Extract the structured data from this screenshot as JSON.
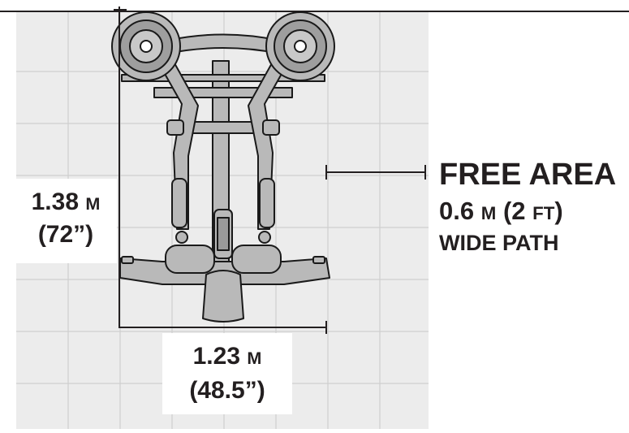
{
  "height_dimension": {
    "value": "1.38",
    "unit": "M",
    "imperial": "(72”)"
  },
  "width_dimension": {
    "value": "1.23",
    "unit": "M",
    "imperial": "(48.5”)"
  },
  "free_area": {
    "title": "FREE AREA",
    "width_value": "0.6",
    "width_unit": "M",
    "imperial_open": "(2",
    "imperial_unit": "FT",
    "imperial_close": ")",
    "path_label": "WIDE PATH"
  },
  "colors": {
    "text": "#231f20",
    "grid": "#d0d0d0",
    "floor": "#ececec",
    "machine_fill": "#b9b9b9",
    "machine_stroke": "#1a1a1a",
    "dimension_line": "#231f20"
  }
}
